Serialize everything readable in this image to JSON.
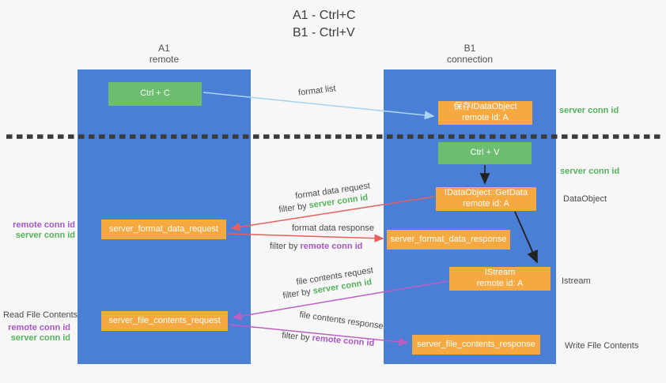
{
  "title": {
    "line1": "A1 - Ctrl+C",
    "line2": "B1 - Ctrl+V"
  },
  "lanes": {
    "left": {
      "id": "A1",
      "name": "remote"
    },
    "right": {
      "id": "B1",
      "name": "connection"
    }
  },
  "nodes": {
    "ctrl_c": {
      "label": "Ctrl + C"
    },
    "ctrl_v": {
      "label": "Ctrl + V"
    },
    "save_dataobject": {
      "line1": "保存IDataObject",
      "line2": "remote id: A"
    },
    "getdata": {
      "line1": "IDataObject::GetData",
      "line2": "remote id: A"
    },
    "istream": {
      "line1": "IStream",
      "line2": "remote id: A"
    },
    "server_format_data_request": {
      "label": "server_format_data_request"
    },
    "server_format_data_response": {
      "label": "server_format_data_response"
    },
    "server_file_contents_request": {
      "label": "server_file_contents_request"
    },
    "server_file_contents_response": {
      "label": "server_file_contents_response"
    }
  },
  "edge_labels": {
    "format_list": "format list",
    "format_data_request": "format data request",
    "format_data_response": "format data response",
    "file_contents_request": "file contents request",
    "file_contents_response": "file contents response",
    "filter_by": "filter by",
    "server_conn_id": "server conn id",
    "remote_conn_id": "remote conn id"
  },
  "annotations": {
    "right": {
      "server_conn_id_top": "server conn id",
      "server_conn_id_mid": "server conn id",
      "dataobject": "DataObject",
      "istream": "Istream",
      "write_file_contents": "Write File Contents"
    },
    "left": {
      "remote_conn_id_1": "remote conn id",
      "server_conn_id_1": "server conn id",
      "read_file_contents": "Read File Contents",
      "remote_conn_id_2": "remote conn id",
      "server_conn_id_2": "server conn id"
    }
  },
  "colors": {
    "lane_blue": "#4a7fd5",
    "box_green": "#6cbd70",
    "box_orange": "#f6a940",
    "arrow_light_blue": "#a9d4f3",
    "arrow_red": "#e9605a",
    "arrow_magenta": "#c05ec2",
    "arrow_black": "#222222",
    "text_green": "#55b25b",
    "text_purple": "#a757c5",
    "dotted_line": "#3b3b3b"
  }
}
